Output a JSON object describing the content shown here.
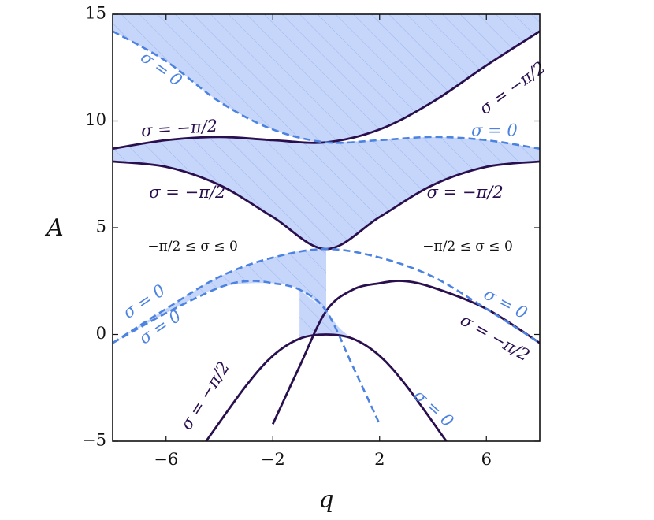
{
  "chart_data": {
    "type": "line",
    "xlabel": "q",
    "ylabel": "A",
    "xlim": [
      -8,
      8
    ],
    "ylim": [
      -5,
      15
    ],
    "xticks": [
      -6,
      -2,
      2,
      6
    ],
    "yticks": [
      -5,
      0,
      5,
      10,
      15
    ],
    "xtick_labels": [
      "−6",
      "−2",
      "2",
      "6"
    ],
    "ytick_labels": [
      "−5",
      "0",
      "5",
      "10",
      "15"
    ],
    "grid": false,
    "colors": {
      "solid": "#2a0f4f",
      "dashed": "#4c82e0",
      "fill": "#c6d6fb",
      "hatch": "#9bb3e6"
    },
    "series": [
      {
        "style": "solid",
        "x": [
          -8,
          -6,
          -4,
          -2,
          0,
          2,
          4,
          6,
          8
        ],
        "y": [
          8.1,
          7.85,
          7.0,
          5.5,
          4.0,
          5.5,
          7.0,
          7.85,
          8.1
        ]
      },
      {
        "style": "solid",
        "x": [
          -8,
          -6,
          -4,
          -2,
          0,
          2,
          4,
          6,
          8
        ],
        "y": [
          8.7,
          9.1,
          9.25,
          9.1,
          9.0,
          9.6,
          10.9,
          12.6,
          14.2
        ]
      },
      {
        "style": "solid",
        "x": [
          -4.5,
          -3,
          -2,
          -1,
          0,
          1,
          2,
          3,
          4.5
        ],
        "y": [
          -5.0,
          -2.4,
          -1.0,
          -0.2,
          0.0,
          -0.2,
          -1.0,
          -2.4,
          -5.0
        ]
      },
      {
        "style": "solid",
        "x": [
          -2,
          -1,
          0,
          1,
          2,
          2.9,
          4,
          6,
          8
        ],
        "y": [
          -4.2,
          -1.5,
          1.1,
          2.1,
          2.4,
          2.5,
          2.2,
          1.2,
          -0.4
        ]
      },
      {
        "style": "dashed",
        "x": [
          -8,
          -6,
          -4,
          -2,
          0,
          2,
          4,
          6,
          8
        ],
        "y": [
          14.2,
          12.8,
          10.9,
          9.6,
          9.0,
          9.1,
          9.25,
          9.1,
          8.7
        ]
      },
      {
        "style": "dashed",
        "x": [
          -8,
          -6,
          -4,
          -2,
          0,
          2,
          4,
          6,
          8
        ],
        "y": [
          -0.4,
          1.2,
          2.7,
          3.6,
          4.0,
          3.6,
          2.7,
          1.2,
          -0.4
        ]
      },
      {
        "style": "dashed",
        "x": [
          -8,
          -6,
          -4,
          -2.9,
          -2,
          -1,
          0,
          1,
          2
        ],
        "y": [
          -0.4,
          1.0,
          2.2,
          2.5,
          2.4,
          2.1,
          1.1,
          -1.5,
          -4.2
        ]
      }
    ],
    "shaded_regions": [
      {
        "x": [
          -8,
          -6,
          -4,
          -2,
          0,
          2,
          4,
          6,
          8
        ],
        "upper": [
          15,
          15,
          15,
          15,
          15,
          15,
          15,
          15,
          15
        ],
        "lower": [
          14.2,
          12.8,
          10.9,
          9.6,
          9.0,
          9.6,
          10.9,
          12.6,
          14.2
        ]
      },
      {
        "x": [
          -8,
          -6,
          -4,
          -2,
          0,
          2,
          4,
          6,
          8
        ],
        "upper": [
          8.7,
          9.1,
          9.25,
          9.1,
          9.0,
          9.1,
          9.25,
          9.1,
          8.7
        ],
        "lower": [
          8.1,
          7.85,
          7.0,
          5.5,
          4.0,
          5.5,
          7.0,
          7.85,
          8.1
        ]
      },
      {
        "x": [
          -8,
          -6,
          -4,
          -2,
          -1,
          0
        ],
        "upper": [
          -0.4,
          1.2,
          2.7,
          3.6,
          3.9,
          4.0
        ],
        "lower": [
          -0.4,
          1.0,
          2.2,
          2.4,
          2.1,
          1.1
        ]
      },
      {
        "x": [
          -1,
          -0.5,
          0,
          0.5,
          1
        ],
        "upper": [
          2.1,
          1.6,
          1.1,
          0.3,
          -0.2
        ],
        "lower": [
          -0.2,
          0.0,
          0.0,
          -0.05,
          -0.2
        ]
      }
    ],
    "annotations": [
      {
        "text": "σ = 0",
        "color": "dashed",
        "x": -6.2,
        "y": 12.4,
        "rotate": 36
      },
      {
        "text": "σ = −π/2",
        "color": "solid",
        "x": 7.0,
        "y": 11.5,
        "rotate": -36
      },
      {
        "text": "σ = −π/2",
        "color": "solid",
        "x": -5.5,
        "y": 9.6,
        "rotate": -4
      },
      {
        "text": "σ = 0",
        "color": "dashed",
        "x": 6.3,
        "y": 9.5,
        "rotate": 0
      },
      {
        "text": "σ = −π/2",
        "color": "solid",
        "x": -5.2,
        "y": 6.6,
        "rotate": 0
      },
      {
        "text": "σ = −π/2",
        "color": "solid",
        "x": 5.2,
        "y": 6.6,
        "rotate": 0
      },
      {
        "text": "−π/2 ≤ σ ≤ 0",
        "color": "region",
        "x": -5.0,
        "y": 4.1,
        "rotate": 0
      },
      {
        "text": "−π/2 ≤ σ ≤ 0",
        "color": "region",
        "x": 5.3,
        "y": 4.1,
        "rotate": 0
      },
      {
        "text": "σ = 0",
        "color": "dashed",
        "x": -6.8,
        "y": 1.5,
        "rotate": -34
      },
      {
        "text": "σ = 0",
        "color": "dashed",
        "x": -6.2,
        "y": 0.3,
        "rotate": -34
      },
      {
        "text": "σ = 0",
        "color": "dashed",
        "x": 6.7,
        "y": 1.4,
        "rotate": 28
      },
      {
        "text": "σ = −π/2",
        "color": "solid",
        "x": 6.3,
        "y": -0.2,
        "rotate": 30
      },
      {
        "text": "σ = −π/2",
        "color": "solid",
        "x": -4.5,
        "y": -2.9,
        "rotate": -58
      },
      {
        "text": "σ = 0",
        "color": "dashed",
        "x": 4.0,
        "y": -3.5,
        "rotate": 42
      }
    ]
  }
}
